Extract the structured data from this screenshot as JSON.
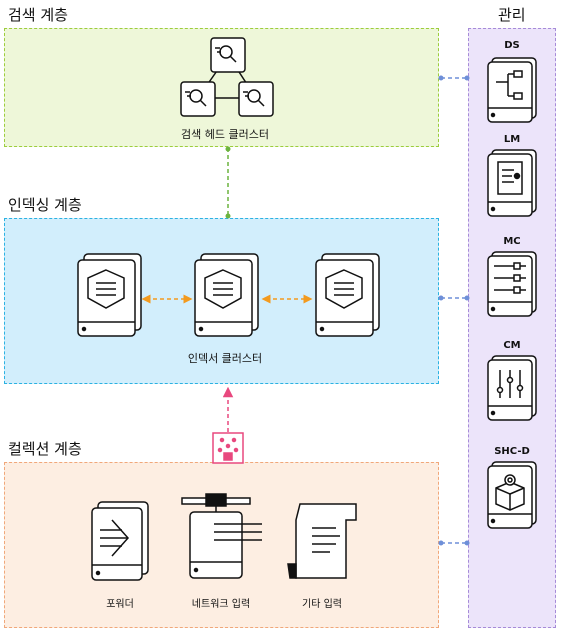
{
  "tiers": {
    "search": {
      "label": "검색 계층",
      "cluster_caption": "검색 헤드 클러스터"
    },
    "indexing": {
      "label": "인덱싱 계층",
      "cluster_caption": "인덱서 클러스터"
    },
    "collection": {
      "label": "컬렉션 계층",
      "items": [
        "포워더",
        "네트워크 입력",
        "기타 입력"
      ]
    }
  },
  "management": {
    "label": "관리",
    "items": [
      "DS",
      "LM",
      "MC",
      "CM",
      "SHC-D"
    ]
  },
  "colors": {
    "search_bg": "#eef7d9",
    "search_border": "#9ccd3c",
    "indexing_bg": "#d2eefc",
    "indexing_border": "#2bb2e2",
    "collection_bg": "#fdeee2",
    "collection_border": "#f0a77a",
    "management_bg": "#ece4fa",
    "management_border": "#a68bd8",
    "arrow_orange": "#f39a1e",
    "arrow_pink": "#e8487e",
    "connector_green": "#6cb33f",
    "connector_blue": "#6e8fd8"
  }
}
